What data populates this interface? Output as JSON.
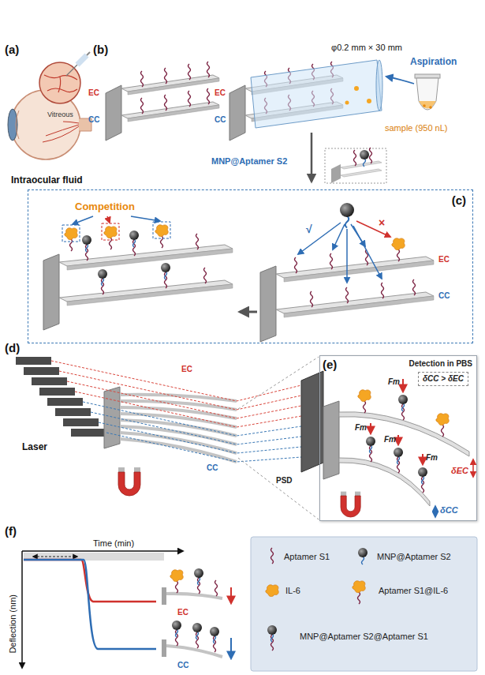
{
  "diagram": {
    "nodes": [
      {
        "text": [
          "(c)"
        ]
      },
      {
        "text": [
          "(e)",
          "Detection in PBS"
        ]
      },
      {
        "text": [
          "δCC > δEC"
        ],
        "in": 1
      }
    ],
    "labels": [
      "(a)",
      "Vitreous",
      "Intraocular fluid",
      "(b)",
      "EC",
      "CC",
      "φ0.2 mm × 30 mm",
      "Aspiration",
      "EC",
      "CC",
      "sample (950 nL)",
      "MNP@Aptamer S2",
      "Competition",
      "√",
      "×",
      "EC",
      "CC",
      "(d)",
      "Laser",
      "EC",
      "CC",
      "PSD",
      "Fm",
      "Fm",
      "Fm",
      "Fm",
      "δEC",
      "δCC",
      "(f)",
      "Time (min)",
      "Deflection (nm)",
      "EC",
      "CC"
    ],
    "legend": [
      {
        "text": "Aptamer S1"
      },
      {
        "text": "MNP@Aptamer S2"
      },
      {
        "text": "IL-6"
      },
      {
        "text": "Aptamer S1@IL-6"
      },
      {
        "text": "MNP@Aptamer S2@Aptamer S1"
      }
    ]
  }
}
